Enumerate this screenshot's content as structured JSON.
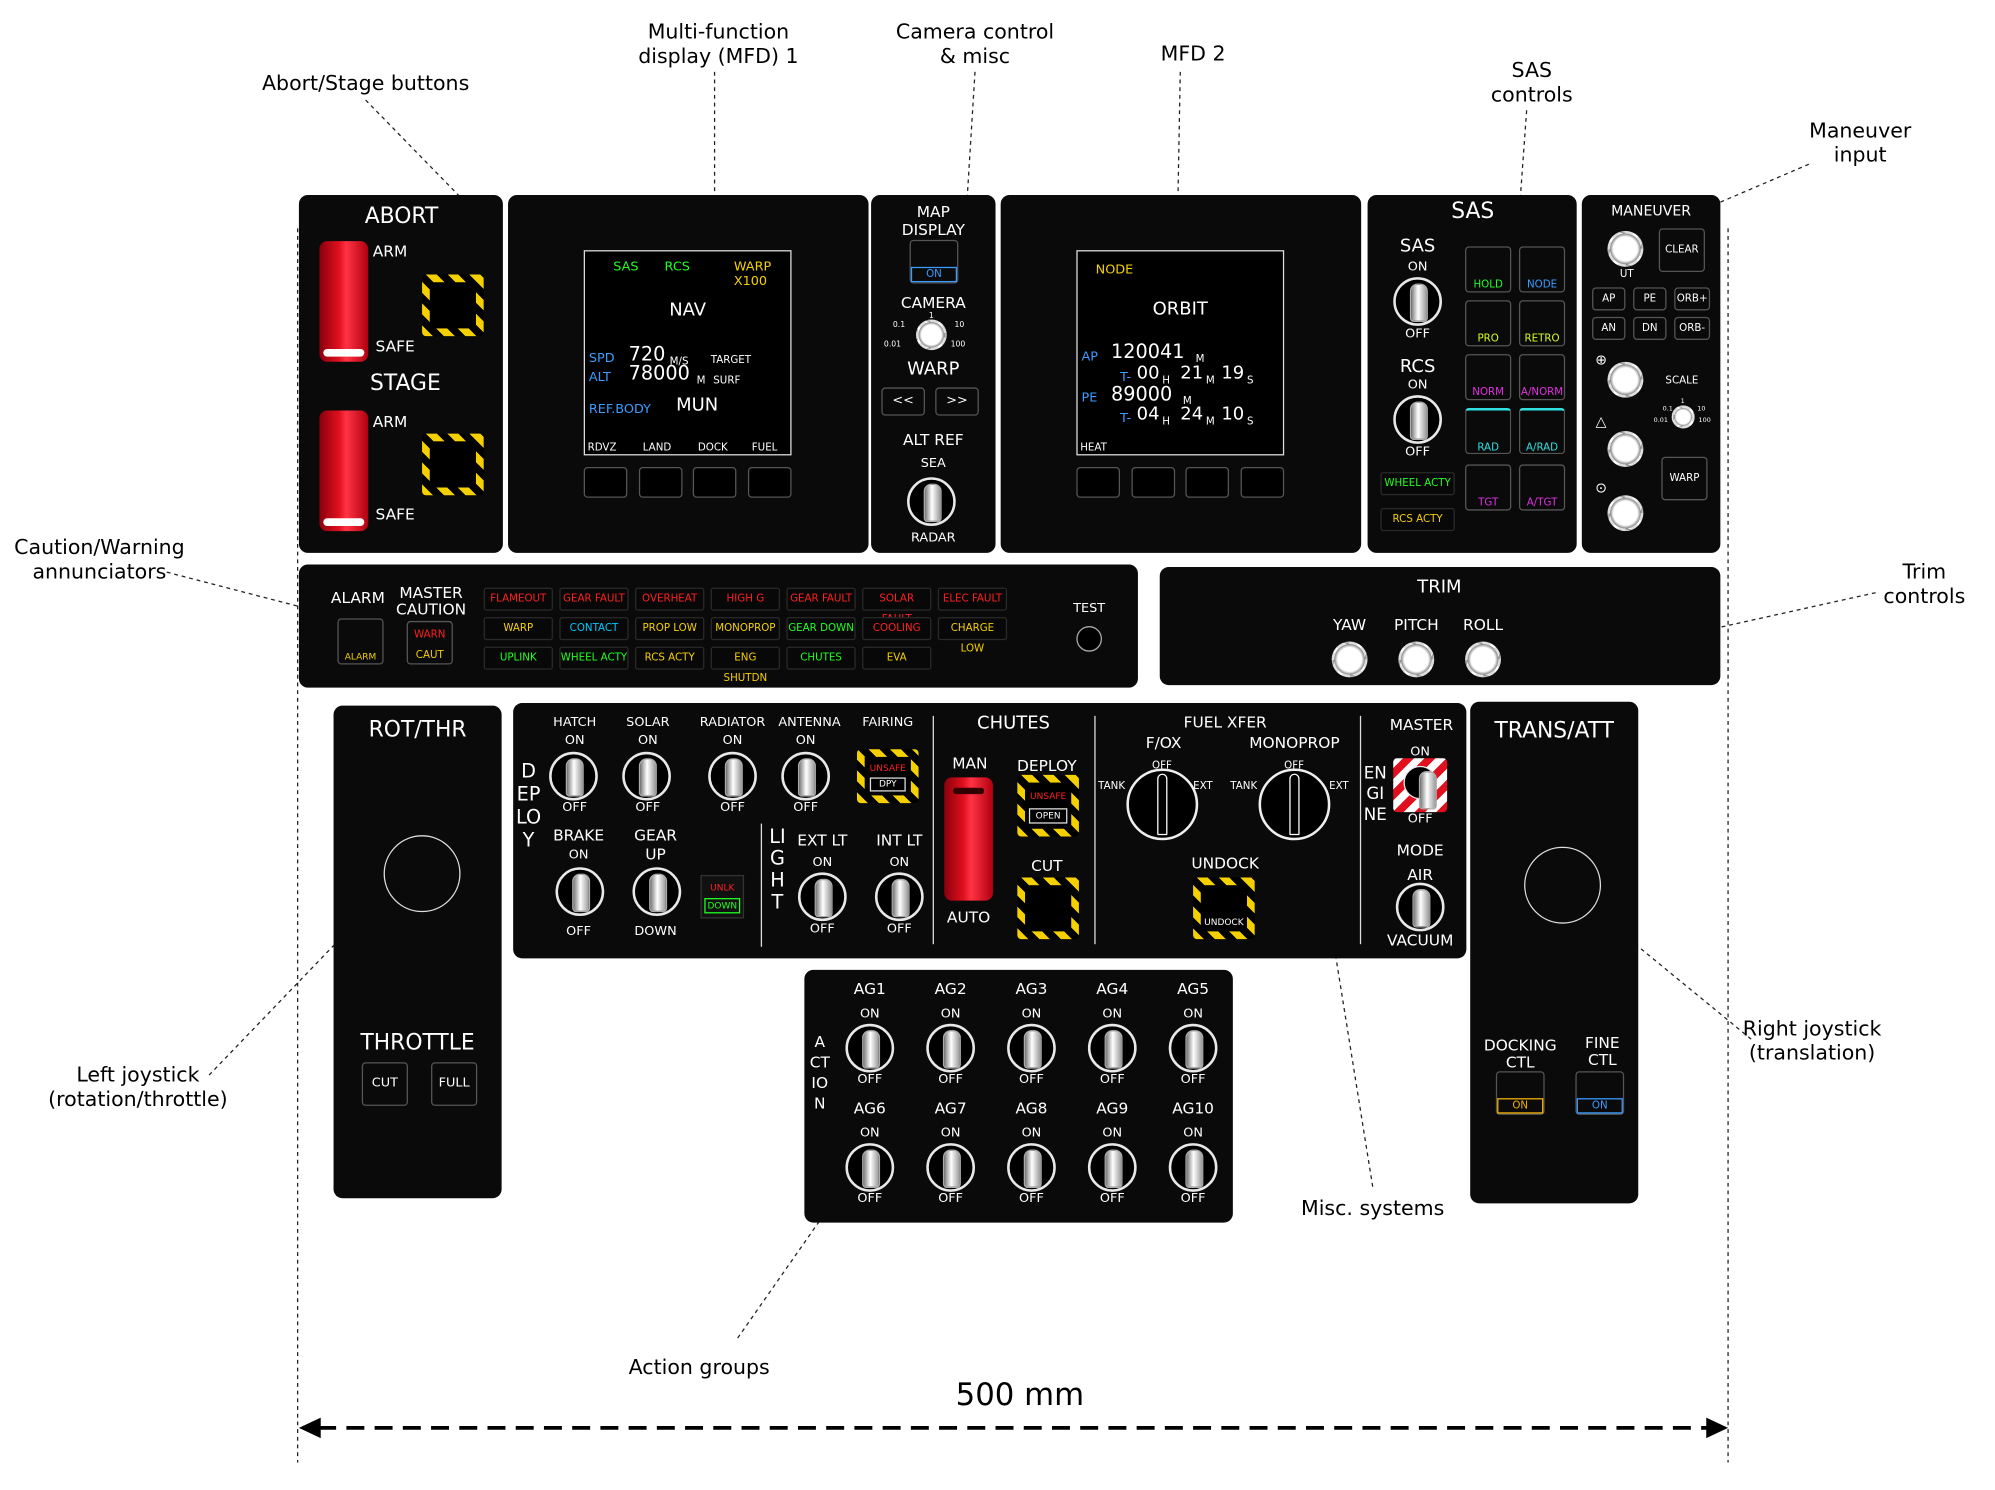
{
  "annotations": {
    "mfd1": "Multi-function\ndisplay (MFD) 1",
    "camera": "Camera control\n& misc",
    "mfd2": "MFD 2",
    "sas": "SAS\ncontrols",
    "abort_stage": "Abort/Stage buttons",
    "maneuver": "Maneuver\ninput",
    "caution": "Caution/Warning\nannunciators",
    "trim": "Trim\ncontrols",
    "left_joystick": "Left joystick\n(rotation/throttle)",
    "right_joystick": "Right joystick\n(translation)",
    "misc": "Misc. systems",
    "action_groups": "Action groups",
    "width": "500 mm"
  },
  "abort_panel": {
    "abort": "ABORT",
    "arm": "ARM",
    "safe": "SAFE",
    "stage": "STAGE",
    "arm2": "ARM",
    "safe2": "SAFE"
  },
  "mfd1": {
    "sas": "SAS",
    "rcs": "RCS",
    "warp": "WARP",
    "warp_x": "X100",
    "title": "NAV",
    "spd_label": "SPD",
    "spd": "720",
    "spd_unit": "M/S",
    "target": "TARGET",
    "alt_label": "ALT",
    "alt": "78000",
    "alt_unit": "M",
    "surf": "SURF",
    "ref_label": "REF.BODY",
    "ref": "MUN",
    "softkeys": [
      "RDVZ",
      "LAND",
      "DOCK",
      "FUEL"
    ]
  },
  "camera_panel": {
    "map": "MAP\nDISPLAY",
    "on": "ON",
    "camera": "CAMERA",
    "scale_min": "0.01",
    "scale_a": "0.1",
    "scale_b": "1",
    "scale_c": "10",
    "scale_max": "100",
    "warp": "WARP",
    "rew": "<<",
    "ff": ">>",
    "altref": "ALT REF",
    "sea": "SEA",
    "radar": "RADAR"
  },
  "mfd2": {
    "node": "NODE",
    "title": "ORBIT",
    "ap_label": "AP",
    "ap": "120041",
    "ap_unit": "M",
    "ap_t": "T-",
    "ap_time": [
      "00",
      "H",
      "21",
      "M",
      "19",
      "S"
    ],
    "pe_label": "PE",
    "pe": "89000",
    "pe_unit": "M",
    "pe_t": "T-",
    "pe_time": [
      "04",
      "H",
      "24",
      "M",
      "10",
      "S"
    ],
    "heat": "HEAT"
  },
  "sas_panel": {
    "title": "SAS",
    "sas": "SAS",
    "on": "ON",
    "off": "OFF",
    "rcs": "RCS",
    "on2": "ON",
    "off2": "OFF",
    "buttons": [
      "HOLD",
      "NODE",
      "PRO",
      "RETRO",
      "NORM",
      "A/NORM",
      "RAD",
      "A/RAD",
      "TGT",
      "A/TGT"
    ],
    "wheel": "WHEEL ACTY",
    "rcsacty": "RCS ACTY"
  },
  "maneuver_panel": {
    "title": "MANEUVER",
    "ut": "UT",
    "clear": "CLEAR",
    "btns": [
      "AP",
      "PE",
      "ORB+",
      "AN",
      "DN",
      "ORB-"
    ],
    "scale": "SCALE",
    "scale_min": "0.01",
    "scale_a": "0.1",
    "scale_b": "1",
    "scale_c": "10",
    "scale_max": "100",
    "warp": "WARP"
  },
  "caution_panel": {
    "alarm": "ALARM",
    "alarm_lamp": "ALARM",
    "master": "MASTER\nCAUTION",
    "warn": "WARN",
    "caut": "CAUT",
    "test": "TEST",
    "lamps": [
      {
        "text": "FLAMEOUT",
        "color": "#ff2020"
      },
      {
        "text": "GEAR FAULT",
        "color": "#ff2020"
      },
      {
        "text": "OVERHEAT",
        "color": "#ff2020"
      },
      {
        "text": "HIGH G",
        "color": "#ff2020"
      },
      {
        "text": "GEAR FAULT",
        "color": "#ff2020"
      },
      {
        "text": "SOLAR FAULT",
        "color": "#ff2020"
      },
      {
        "text": "ELEC FAULT",
        "color": "#ff2020"
      },
      {
        "text": "WARP",
        "color": "#f5d000"
      },
      {
        "text": "CONTACT",
        "color": "#00c8ff"
      },
      {
        "text": "PROP LOW",
        "color": "#f5d000"
      },
      {
        "text": "MONOPROP",
        "color": "#f5d000"
      },
      {
        "text": "GEAR DOWN",
        "color": "#20ff20"
      },
      {
        "text": "COOLING",
        "color": "#ff2020"
      },
      {
        "text": "CHARGE LOW",
        "color": "#f5d000"
      },
      {
        "text": "UPLINK",
        "color": "#20ff20"
      },
      {
        "text": "WHEEL ACTY",
        "color": "#20ff20"
      },
      {
        "text": "RCS ACTY",
        "color": "#f5d000"
      },
      {
        "text": "ENG SHUTDN",
        "color": "#f5d000"
      },
      {
        "text": "CHUTES",
        "color": "#20ff20"
      },
      {
        "text": "EVA",
        "color": "#f5d000"
      }
    ]
  },
  "trim_panel": {
    "title": "TRIM",
    "yaw": "YAW",
    "pitch": "PITCH",
    "roll": "ROLL"
  },
  "rot_panel": {
    "title": "ROT/THR",
    "throttle": "THROTTLE",
    "cut": "CUT",
    "full": "FULL"
  },
  "trans_panel": {
    "title": "TRANS/ATT",
    "docking": "DOCKING\nCTL",
    "fine": "FINE\nCTL",
    "on1": "ON",
    "on2": "ON"
  },
  "misc_panel": {
    "deploy": "DEPLOY",
    "hatch": "HATCH",
    "solar": "SOLAR",
    "radiator": "RADIATOR",
    "antenna": "ANTENNA",
    "fairing": "FAIRING",
    "on": "ON",
    "off": "OFF",
    "unsafe": "UNSAFE",
    "dpy": "DPY",
    "brake": "BRAKE",
    "gear": "GEAR",
    "up": "UP",
    "down": "DOWN",
    "unlk": "UNLK",
    "down_lamp": "DOWN",
    "light": "LIGHT",
    "extlt": "EXT LT",
    "intlt": "INT LT",
    "chutes": "CHUTES",
    "man": "MAN",
    "auto": "AUTO",
    "chute_deploy": "DEPLOY",
    "unsafe2": "UNSAFE",
    "open": "OPEN",
    "cut": "CUT",
    "fuel_xfer": "FUEL XFER",
    "fox": "F/OX",
    "monoprop": "MONOPROP",
    "tank": "TANK",
    "ext": "EXT",
    "dial_off": "OFF",
    "undock": "UNDOCK",
    "undock_btn": "UNDOCK",
    "engine": "ENGINE",
    "master": "MASTER",
    "mode": "MODE",
    "air": "AIR",
    "vacuum": "VACUUM"
  },
  "action_panel": {
    "action": "ACTION",
    "groups": [
      "AG1",
      "AG2",
      "AG3",
      "AG4",
      "AG5",
      "AG6",
      "AG7",
      "AG8",
      "AG9",
      "AG10"
    ],
    "on": "ON",
    "off": "OFF"
  }
}
